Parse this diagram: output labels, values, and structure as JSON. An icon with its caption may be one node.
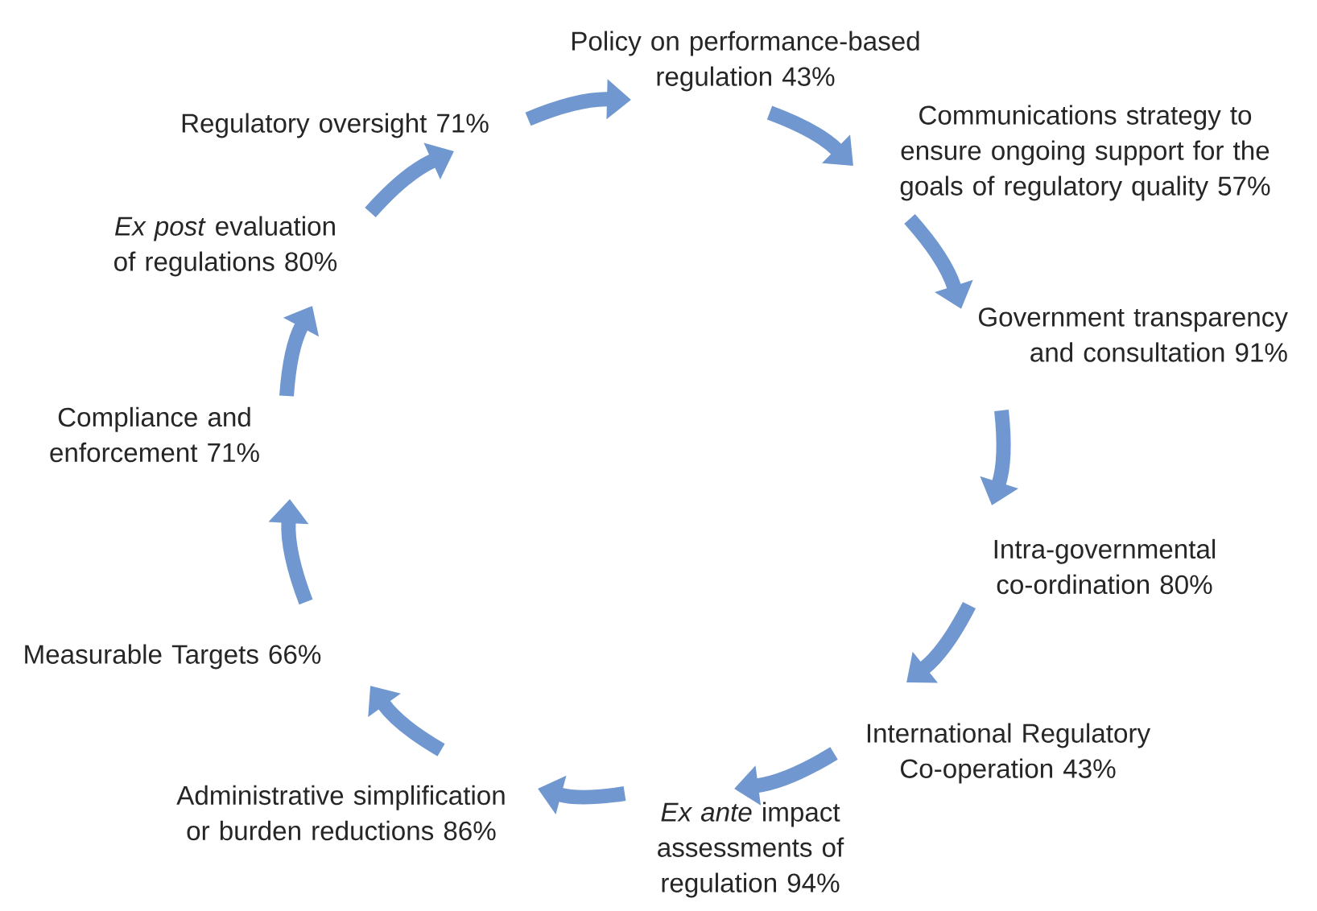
{
  "diagram": {
    "nodes": [
      {
        "text": [
          "Policy on performance-based regulation 43%"
        ]
      },
      {
        "text": [
          "Communications strategy to ensure ongoing support for the goals of regulatory quality 57%"
        ]
      },
      {
        "text": [
          "Government transparency and consultation 91%"
        ]
      },
      {
        "text": [
          "Intra-governmental co-ordination 80%"
        ]
      },
      {
        "text": [
          "International Regulatory Co-operation 43%"
        ]
      },
      {
        "text": [
          "*Ex ante* impact assessments of regulation 94%"
        ]
      },
      {
        "text": [
          "Administrative simplification or burden reductions 86%"
        ]
      },
      {
        "text": [
          "Measurable Targets 66%"
        ]
      },
      {
        "text": [
          "Compliance and enforcement 71%"
        ]
      },
      {
        "text": [
          "*Ex post* evaluation of regulations 80%"
        ]
      },
      {
        "text": [
          "Regulatory oversight 71%"
        ]
      }
    ],
    "edges": [
      {
        "from": 10,
        "to": 0,
        "arrow": "to"
      },
      {
        "from": 0,
        "to": 1,
        "arrow": "to"
      },
      {
        "from": 1,
        "to": 2,
        "arrow": "to"
      },
      {
        "from": 2,
        "to": 3,
        "arrow": "to"
      },
      {
        "from": 3,
        "to": 4,
        "arrow": "to"
      },
      {
        "from": 4,
        "to": 5,
        "arrow": "to"
      },
      {
        "from": 5,
        "to": 6,
        "arrow": "to"
      },
      {
        "from": 6,
        "to": 7,
        "arrow": "to"
      },
      {
        "from": 7,
        "to": 8,
        "arrow": "to"
      },
      {
        "from": 8,
        "to": 9,
        "arrow": "to"
      },
      {
        "from": 9,
        "to": 10,
        "arrow": "to"
      }
    ]
  }
}
